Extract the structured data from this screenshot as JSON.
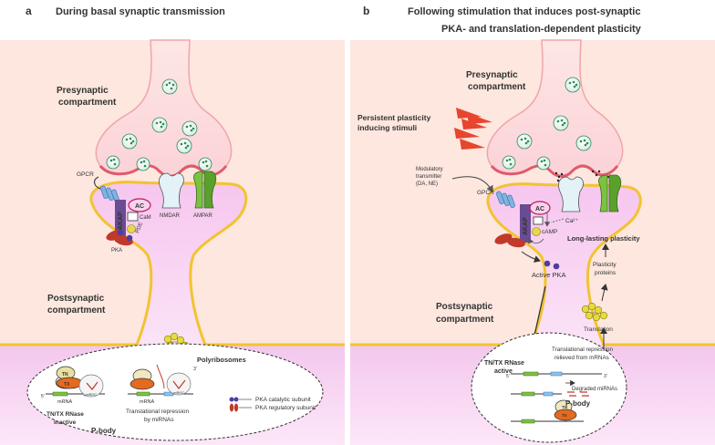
{
  "panel_a": {
    "letter": "a",
    "title": "During basal synaptic transmission",
    "presynaptic_line1": "Presynaptic",
    "presynaptic_line2": "compartment",
    "postsynaptic_line1": "Postsynaptic",
    "postsynaptic_line2": "compartment",
    "labels": {
      "gpcr": "GPCR",
      "ac": "AC",
      "cam": "CaM",
      "akap": "AKAP",
      "pde": "PDE",
      "pka": "PKA",
      "nmdar": "NMDAR",
      "ampar": "AMPAR",
      "polyribosomes": "Polyribosomes"
    },
    "pbody": {
      "label": "P-body",
      "tn": "TN",
      "tx": "TX",
      "mrna1": "mRNA",
      "mrna2": "mRNA",
      "mirisc1": "miRISC",
      "mirisc2": "miRISC",
      "five_prime": "5'",
      "three_prime": "3'",
      "rnase_line1": "TN/TX RNase",
      "rnase_line2": "inactive",
      "repression_line1": "Translational repression",
      "repression_line2": "by miRNAs"
    },
    "legend": {
      "catalytic": "PKA catalytic subunit",
      "regulatory": "PKA regulatory subunit"
    }
  },
  "panel_b": {
    "letter": "b",
    "title_line1": "Following stimulation that induces post-synaptic",
    "title_line2": "PKA- and translation-dependent plasticity",
    "presynaptic_line1": "Presynaptic",
    "presynaptic_line2": "compartment",
    "postsynaptic_line1": "Postsynaptic",
    "postsynaptic_line2": "compartment",
    "stimuli_line1": "Persistent plasticity",
    "stimuli_line2": "inducing stimuli",
    "modulatory_line1": "Modulatory",
    "modulatory_line2": "transmitter",
    "modulatory_line3": "(DA, NE)",
    "labels": {
      "gpcr": "GPCR",
      "ac": "AC",
      "akap": "AKAP",
      "camp": "cAMP",
      "ca": "Ca²⁺",
      "active_pka": "Active PKA",
      "long_lasting": "Long-lasting plasticity",
      "plasticity_line1": "Plasticity",
      "plasticity_line2": "proteins",
      "translation": "Translation"
    },
    "pbody": {
      "label": "P-body",
      "rnase_line1": "TN/TX RNase",
      "rnase_line2": "active",
      "relieved_line1": "Translational repression",
      "relieved_line2": "relieved from mRNAs",
      "degraded": "Degraded miRNAs",
      "tn": "TN",
      "tx": "TX",
      "five_prime": "5'",
      "three_prime": "3'"
    }
  },
  "colors": {
    "pre_fill": "#fde4dc",
    "post_fill": "#f9d6f0",
    "membrane": "#f2c331",
    "vesicle_green": "#2e8b57",
    "akap": "#6a4c93",
    "pka_cat": "#4d3fa0",
    "pka_reg": "#c0392b",
    "pbody_text": "#3a7bd5",
    "ribosome": "#e6dc3a"
  }
}
